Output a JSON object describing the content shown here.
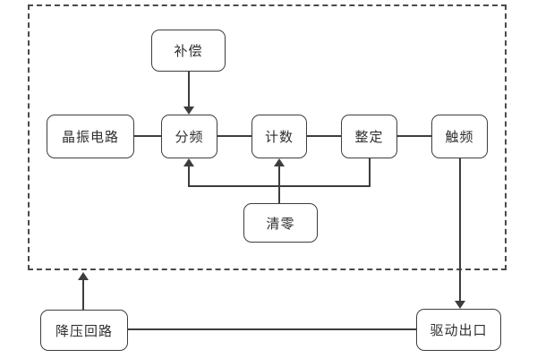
{
  "diagram": {
    "title": "timer-control-block-diagram",
    "colors": {
      "background": "#ffffff",
      "line": "#3d3d3d",
      "box_border": "#3d3d3d",
      "text": "#2f2f2f",
      "dashed_frame": "#4a4a4a"
    },
    "nodes": [
      {
        "id": "buchang",
        "label": "补偿"
      },
      {
        "id": "jingzhen",
        "label": "晶振电路"
      },
      {
        "id": "fenpin",
        "label": "分频"
      },
      {
        "id": "jishu",
        "label": "计数"
      },
      {
        "id": "zhengding",
        "label": "整定"
      },
      {
        "id": "chupin",
        "label": "触频"
      },
      {
        "id": "qingling",
        "label": "清零"
      },
      {
        "id": "jiangya",
        "label": "降压回路"
      },
      {
        "id": "qudong",
        "label": "驱动出口"
      }
    ],
    "edges": [
      {
        "from": "补偿",
        "to": "分频",
        "arrow": true,
        "direction": "down"
      },
      {
        "from": "晶振电路",
        "to": "分频",
        "arrow": false,
        "direction": "right"
      },
      {
        "from": "分频",
        "to": "计数",
        "arrow": false,
        "direction": "right"
      },
      {
        "from": "计数",
        "to": "整定",
        "arrow": false,
        "direction": "right"
      },
      {
        "from": "整定",
        "to": "触频",
        "arrow": false,
        "direction": "right"
      },
      {
        "from": "整定",
        "to": "分频",
        "arrow": true,
        "direction": "down-left-up"
      },
      {
        "from": "清零",
        "to": "计数",
        "arrow": true,
        "direction": "up"
      },
      {
        "from": "触频",
        "to": "驱动出口",
        "arrow": true,
        "direction": "down"
      },
      {
        "from": "降压回路",
        "to": "虚线框",
        "arrow": true,
        "direction": "up"
      },
      {
        "from": "降压回路",
        "to": "驱动出口",
        "arrow": false,
        "direction": "right"
      }
    ]
  }
}
